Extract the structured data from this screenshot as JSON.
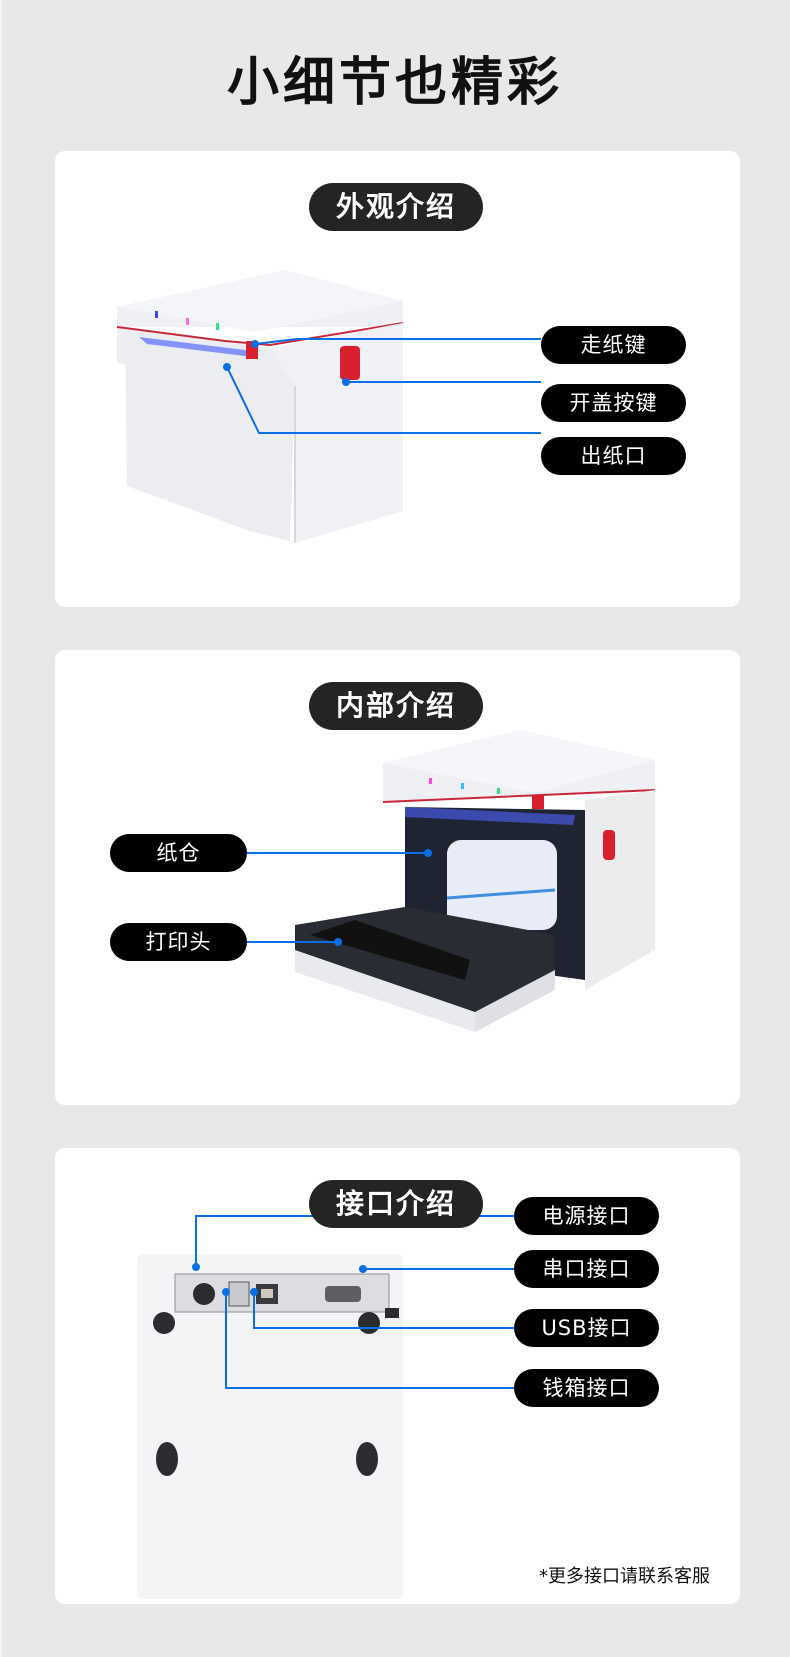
{
  "page": {
    "title": "小细节也精彩",
    "background": "#e8e8e8",
    "accent_line_color": "#0a6fe6",
    "callout_color": "#000000",
    "section_pill_color": "#242424"
  },
  "sections": [
    {
      "title": "外观介绍",
      "image": "printer-front-closed",
      "callouts": [
        {
          "label": "走纸键"
        },
        {
          "label": "开盖按键"
        },
        {
          "label": "出纸口"
        }
      ]
    },
    {
      "title": "内部介绍",
      "image": "printer-open-cover",
      "callouts": [
        {
          "label": "纸仓"
        },
        {
          "label": "打印头"
        }
      ]
    },
    {
      "title": "接口介绍",
      "image": "printer-rear-ports",
      "callouts": [
        {
          "label": "电源接口"
        },
        {
          "label": "串口接口"
        },
        {
          "label": "USB接口"
        },
        {
          "label": "钱箱接口"
        }
      ],
      "note": "*更多接口请联系客服"
    }
  ]
}
